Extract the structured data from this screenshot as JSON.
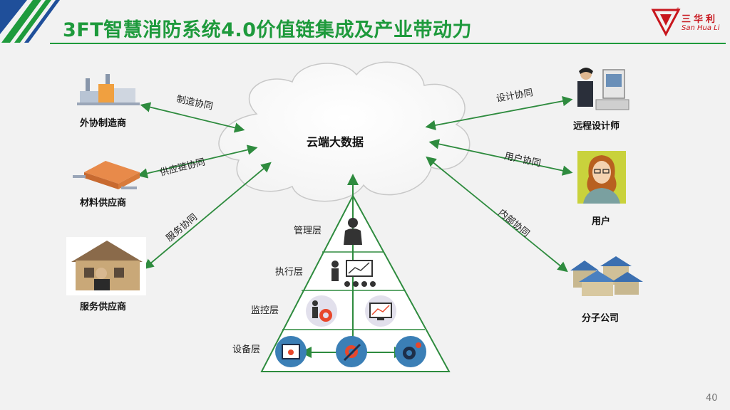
{
  "title": "3FT智慧消防系统4.0价值链集成及产业带动力",
  "logo": {
    "cn": "三华利",
    "en": "San Hua Li",
    "mark": "®"
  },
  "cloud": {
    "label": "云端大数据"
  },
  "left_nodes": [
    {
      "label": "外协制造商",
      "link": "制造协同"
    },
    {
      "label": "材料供应商",
      "link": "供应链协同"
    },
    {
      "label": "服务供应商",
      "link": "服务协同"
    }
  ],
  "right_nodes": [
    {
      "label": "远程设计师",
      "link": "设计协同"
    },
    {
      "label": "用户",
      "link": "用户协同"
    },
    {
      "label": "分子公司",
      "link": "内部协同"
    }
  ],
  "layers": [
    "管理层",
    "执行层",
    "监控层",
    "设备层"
  ],
  "page_number": "40",
  "colors": {
    "green": "#1e9a3c",
    "arrow": "#2e8b3e",
    "red": "#c8161d",
    "icon_blue": "#3b7fb6"
  }
}
